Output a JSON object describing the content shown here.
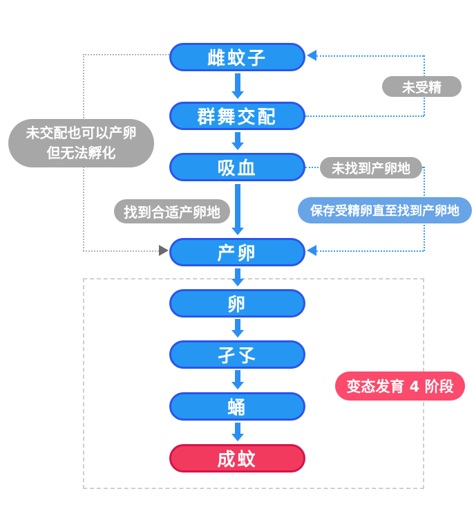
{
  "colors": {
    "node_fill_blue": "#2597f3",
    "node_border_blue": "#2b55ec",
    "node_fill_red": "#f23a5e",
    "node_border_red": "#d6134a",
    "annotation_gray": "#a7a7a7",
    "annotation_light_blue": "#68a4e6",
    "annotation_pink": "#fb4a6c",
    "solid_arrow_blue": "#2b8ff2",
    "dotted_line_blue": "#2e9bf5",
    "dotted_line_gray": "#b3b3b3"
  },
  "nodes": [
    {
      "label": "雌蚊子"
    },
    {
      "label": "群舞交配"
    },
    {
      "label": "吸血"
    },
    {
      "label": "产卵"
    },
    {
      "label": "卵"
    },
    {
      "label": "孑孓"
    },
    {
      "label": "蛹"
    },
    {
      "label": "成蚊"
    }
  ],
  "annotations": {
    "unfertilized": "未受精",
    "unmated_line1": "未交配也可以产卵",
    "unmated_line2": "但无法孵化",
    "no_site_found": "未找到产卵地",
    "site_found": "找到合适产卵地",
    "store_eggs": "保存受精卵直至找到产卵地",
    "metamorphosis": "变态发育 4 阶段"
  },
  "edges": {
    "main_flow": [
      "雌蚊子 → 群舞交配",
      "群舞交配 → 吸血",
      "吸血 → 产卵",
      "产卵 → 卵",
      "卵 → 孑孓",
      "孑孓 → 蛹",
      "蛹 → 成蚊"
    ],
    "loop_unfertilized": "群舞交配 → 雌蚊子 (未受精)",
    "loop_no_site": "吸血 → 产卵 (未找到产卵地 / 保存受精卵直至找到产卵地)",
    "loop_unmated": "雌蚊子 → 产卵 (未交配也可以产卵 但无法孵化)"
  }
}
